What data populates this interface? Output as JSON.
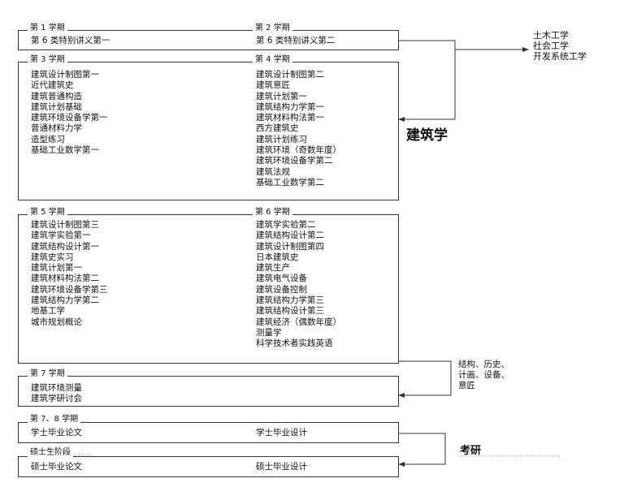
{
  "terms": {
    "t1": {
      "label": "第 1 学期",
      "courses": [
        "第 6 类特别讲义第一"
      ]
    },
    "t2": {
      "label": "第 2 学期",
      "courses": [
        "第 6 类特别讲义第二"
      ]
    },
    "t3": {
      "label": "第 3 学期",
      "courses": [
        "建筑设计制图第一",
        "近代建筑史",
        "建筑普通构造",
        "建筑计划基础",
        "建筑环境设备学第一",
        "普通材料力学",
        "造型练习",
        "基础工业数学第一"
      ]
    },
    "t4": {
      "label": "第 4 学期",
      "courses": [
        "建筑设计制图第二",
        "建筑意匠",
        "建筑计划第一",
        "建筑结构力学第一",
        "建筑材料构法第一",
        "西方建筑史",
        "建筑计划练习",
        "建筑环境（奇数年度）",
        "建筑环境设备学第二",
        "建筑法规",
        "基础工业数学第二"
      ]
    },
    "t5": {
      "label": "第 5 学期",
      "courses": [
        "建筑设计制图第三",
        "建筑学实验第一",
        "建筑结构设计第一",
        "建筑史实习",
        "建筑计划第一",
        "建筑材料构法第二",
        "建筑环境设备学第三",
        "建筑结构力学第二",
        "地基工学",
        "城市规划概论"
      ]
    },
    "t6": {
      "label": "第 6 学期",
      "courses": [
        "建筑学实验第二",
        "建筑结构设计第二",
        "建筑设计制图第四",
        "日本建筑史",
        "建筑生产",
        "建筑电气设备",
        "建筑设备控制",
        "建筑结构力学第三",
        "建筑结构设计第三",
        "建筑经济（偶数年度）",
        "测量学",
        "科学技术者实践英语"
      ]
    },
    "t7": {
      "label": "第 7 学期",
      "courses": [
        "建筑环境测量",
        "建筑学研讨会"
      ]
    },
    "t78": {
      "label": "第 7、8 学期",
      "course_left": "学士毕业论文",
      "course_right": "学士毕业设计"
    },
    "master": {
      "label": "硕士生阶段",
      "course_left": "硕士毕业论文",
      "course_right": "硕士毕业设计"
    }
  },
  "other_depts": [
    "土木工学",
    "社会工学",
    "开发系统工学"
  ],
  "architecture_label": "建筑学",
  "specializations": [
    "结构、历史、",
    "计画、设备、",
    "意匠"
  ],
  "grad_exam_label": "考研"
}
